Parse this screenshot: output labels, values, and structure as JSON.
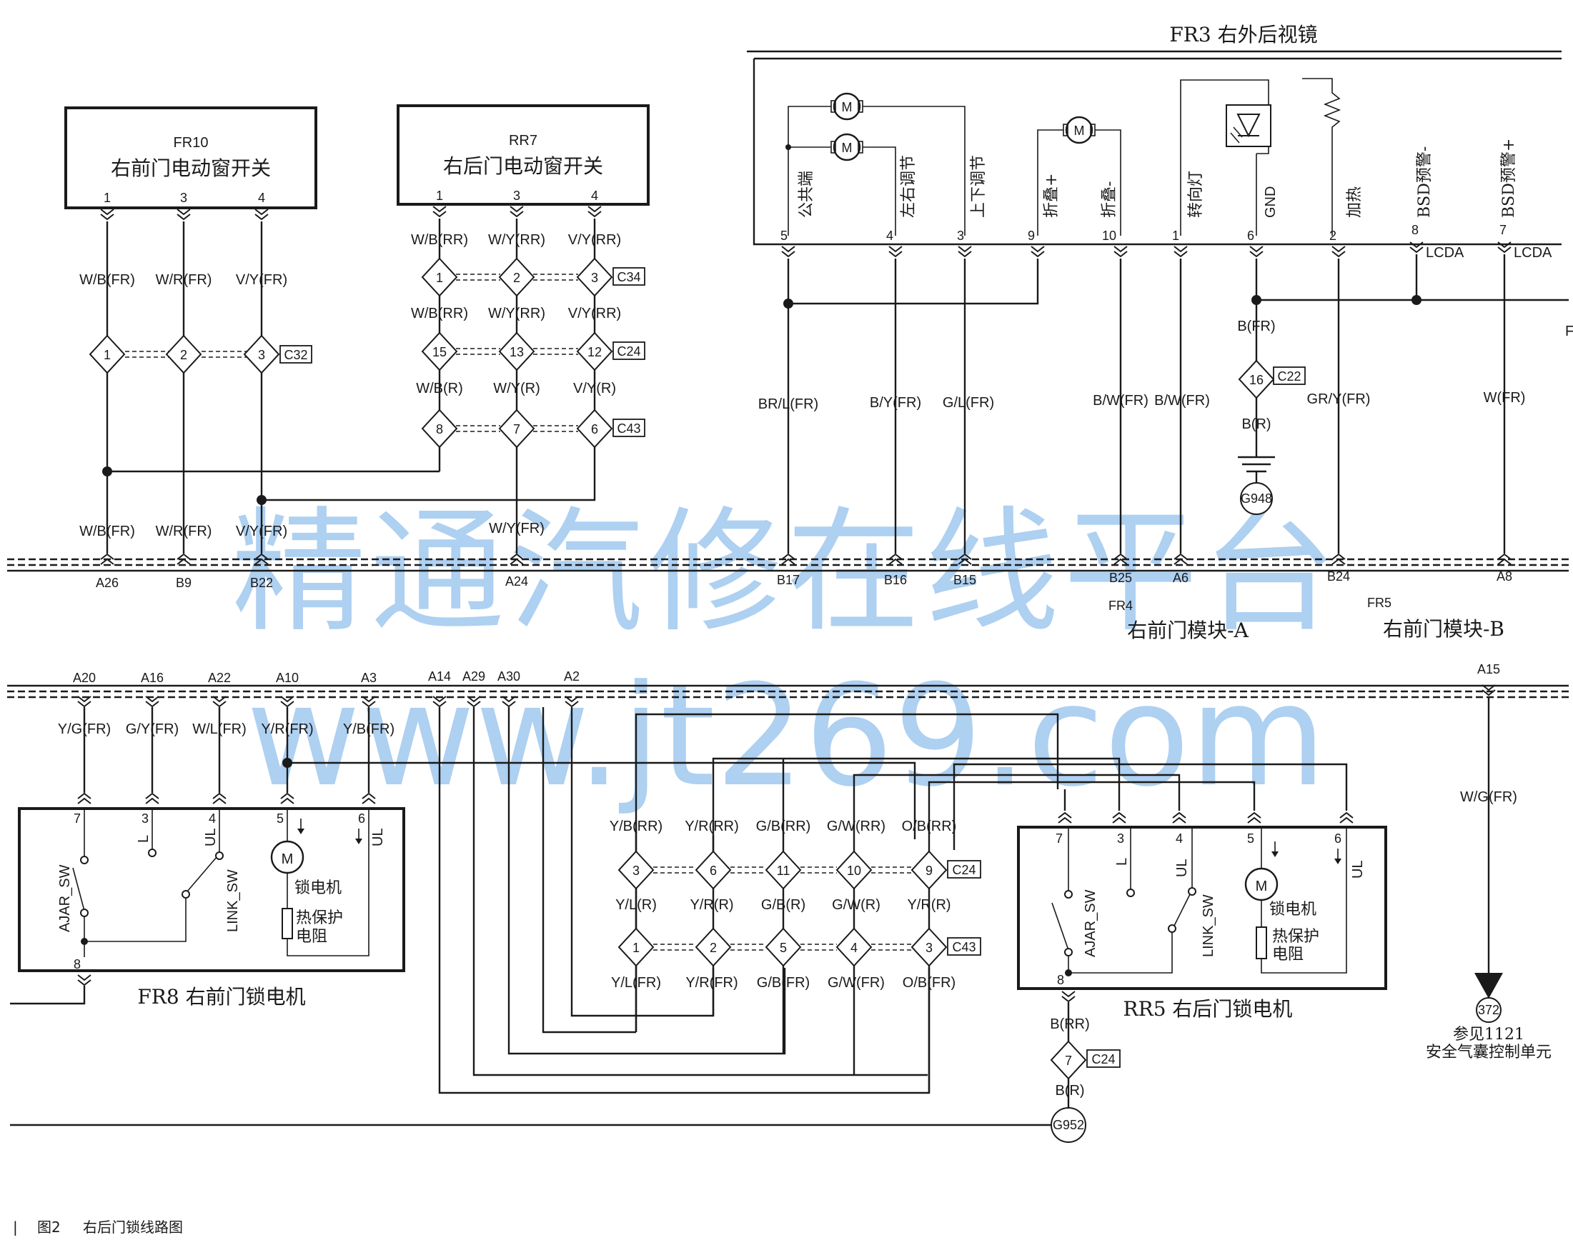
{
  "caption": {
    "bar": "|",
    "number": "图2",
    "text": "右后门锁线路图"
  },
  "watermark": {
    "line1": "精通汽修在线平台",
    "line2": "www.jt269.com"
  },
  "fr10": {
    "code": "FR10",
    "name": "右前门电动窗开关",
    "pins": [
      "1",
      "3",
      "4"
    ],
    "wires_top": [
      "W/B(FR)",
      "W/R(FR)",
      "V/Y(FR)"
    ],
    "wires_bottom": [
      "W/B(FR)",
      "W/R(FR)",
      "V/Y(FR)"
    ],
    "conn": {
      "tag": "C32",
      "nums": [
        "1",
        "2",
        "3"
      ]
    }
  },
  "rr7": {
    "code": "RR7",
    "name": "右后门电动窗开关",
    "pins": [
      "1",
      "3",
      "4"
    ],
    "wires1": [
      "W/B(RR)",
      "W/Y(RR)",
      "V/Y(RR)"
    ],
    "conn1": {
      "tag": "C34",
      "nums": [
        "1",
        "2",
        "3"
      ]
    },
    "wires2": [
      "W/B(RR)",
      "W/Y(RR)",
      "V/Y(RR)"
    ],
    "conn2": {
      "tag": "C24",
      "nums": [
        "15",
        "13",
        "12"
      ]
    },
    "wires3": [
      "W/B(R)",
      "W/Y(R)",
      "V/Y(R)"
    ],
    "conn3": {
      "tag": "C43",
      "nums": [
        "8",
        "7",
        "6"
      ]
    },
    "wire_bottom": "W/Y(FR)"
  },
  "fr3": {
    "title": "FR3 右外后视镜",
    "labels": [
      "公共端",
      "左右调节",
      "上下调节",
      "折叠+",
      "折叠-",
      "转向灯",
      "GND",
      "加热",
      "BSD预警-",
      "BSD预警+"
    ],
    "pins": [
      "5",
      "4",
      "3",
      "9",
      "10",
      "1",
      "6",
      "2",
      "8",
      "7"
    ],
    "lcda": [
      "LCDA",
      "LCDA"
    ],
    "wires": [
      "BR/L(FR)",
      "B/Y(FR)",
      "G/L(FR)",
      "B/W(FR)",
      "B/W(FR)",
      "GR/Y(FR)",
      "W(FR)"
    ],
    "gnd_wire1": "B(FR)",
    "gnd_conn": {
      "tag": "C22",
      "num": "16"
    },
    "gnd_wire2": "B(R)",
    "ground": "G948",
    "edge_letter": "F"
  },
  "module_a": {
    "pins": [
      "A26",
      "B9",
      "B22",
      "A24",
      "B17",
      "B16",
      "B15",
      "B25",
      "A6"
    ],
    "code": "FR4",
    "name": "右前门模块-A"
  },
  "module_b": {
    "pins": [
      "B24",
      "A8"
    ],
    "code": "FR5",
    "name": "右前门模块-B"
  },
  "bus_bottom": {
    "pins": [
      "A20",
      "A16",
      "A22",
      "A10",
      "A3",
      "A14",
      "A29",
      "A30",
      "A2",
      "A15"
    ]
  },
  "fr8": {
    "wires": [
      "Y/G(FR)",
      "G/Y(FR)",
      "W/L(FR)",
      "Y/R(FR)",
      "Y/B(FR)"
    ],
    "pins": [
      "7",
      "3",
      "4",
      "5",
      "6",
      "8"
    ],
    "sw1": "AJAR_SW",
    "sw2": "LINK_SW",
    "l": "L",
    "ul1": "UL",
    "ul2": "UL",
    "motor": "M",
    "motor_label": "锁电机",
    "res_label1": "热保护",
    "res_label2": "电阻",
    "title": "FR8 右前门锁电机"
  },
  "mid": {
    "wires1": [
      "Y/B(RR)",
      "Y/R(RR)",
      "G/B(RR)",
      "G/W(RR)",
      "O/B(RR)"
    ],
    "conn1": {
      "tag": "C24",
      "nums": [
        "3",
        "6",
        "11",
        "10",
        "9"
      ]
    },
    "wires2": [
      "Y/L(R)",
      "Y/R(R)",
      "G/B(R)",
      "G/W(R)",
      "Y/R(R)"
    ],
    "conn2": {
      "tag": "C43",
      "nums": [
        "1",
        "2",
        "5",
        "4",
        "3"
      ]
    },
    "wires3": [
      "Y/L(FR)",
      "Y/R(FR)",
      "G/B(FR)",
      "G/W(FR)",
      "O/B(FR)"
    ]
  },
  "rr5": {
    "pins": [
      "7",
      "3",
      "4",
      "5",
      "6",
      "8"
    ],
    "sw1": "AJAR_SW",
    "sw2": "LINK_SW",
    "l": "L",
    "ul1": "UL",
    "ul2": "UL",
    "motor": "M",
    "motor_label": "锁电机",
    "res_label1": "热保护",
    "res_label2": "电阻",
    "title": "RR5 右后门锁电机",
    "gnd_wire1": "B(RR)",
    "gnd_conn": {
      "tag": "C24",
      "num": "7"
    },
    "gnd_wire2": "B(R)",
    "ground": "G952"
  },
  "airbag": {
    "wire": "W/G(FR)",
    "ref": "372",
    "see": "参见1121",
    "unit": "安全气囊控制单元"
  }
}
